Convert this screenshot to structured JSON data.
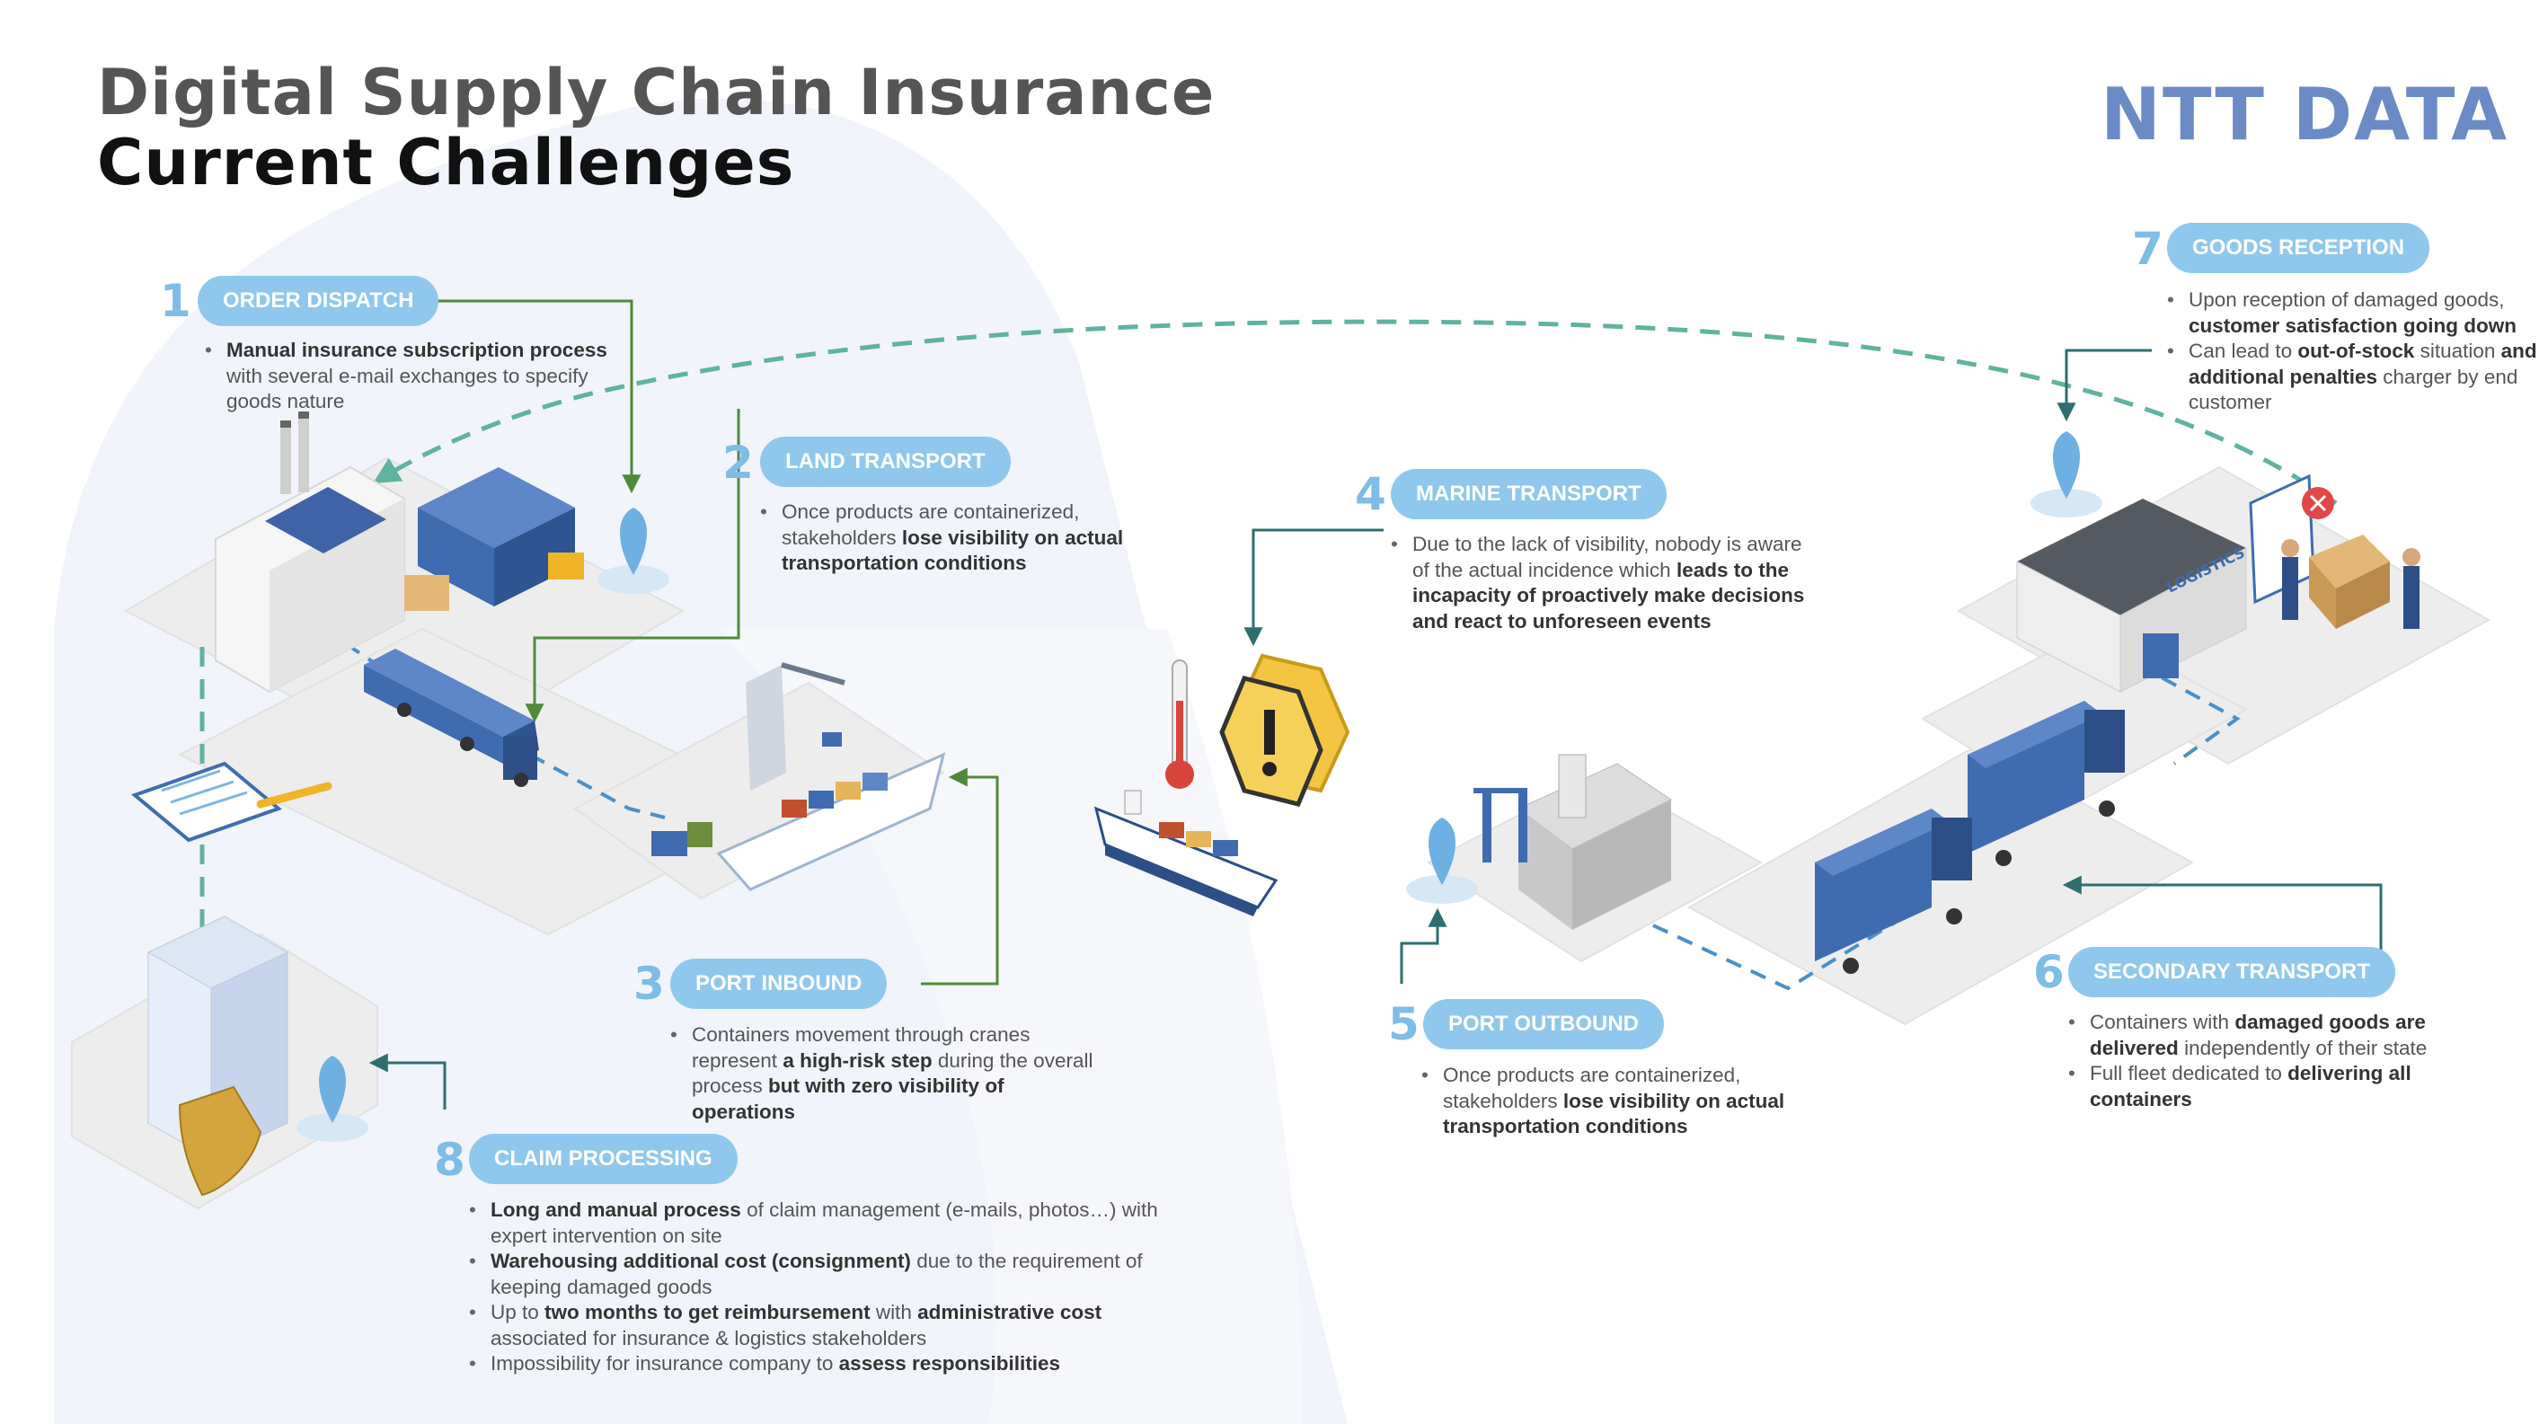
{
  "title": {
    "line1": "Digital Supply Chain Insurance",
    "line2": "Current Challenges"
  },
  "logo": "NTT DATA",
  "steps": [
    {
      "number": "1",
      "label": "ORDER DISPATCH",
      "items": [
        [
          [
            "b",
            "Manual insurance subscription process"
          ],
          [
            "t",
            " with several e-mail exchanges to specify goods nature"
          ]
        ]
      ]
    },
    {
      "number": "2",
      "label": "LAND TRANSPORT",
      "items": [
        [
          [
            "t",
            "Once products are containerized, stakeholders "
          ],
          [
            "b",
            "lose visibility on actual transportation conditions"
          ]
        ]
      ]
    },
    {
      "number": "3",
      "label": "PORT INBOUND",
      "items": [
        [
          [
            "t",
            "Containers movement through cranes represent "
          ],
          [
            "b",
            "a high-risk step"
          ],
          [
            "t",
            " during the overall process "
          ],
          [
            "b",
            "but with zero visibility of operations"
          ]
        ]
      ]
    },
    {
      "number": "4",
      "label": "MARINE TRANSPORT",
      "items": [
        [
          [
            "t",
            "Due to the lack of visibility, nobody is aware of the actual incidence which "
          ],
          [
            "b",
            "leads to the incapacity of proactively make decisions and react to unforeseen events"
          ]
        ]
      ]
    },
    {
      "number": "5",
      "label": "PORT OUTBOUND",
      "items": [
        [
          [
            "t",
            "Once products are containerized, stakeholders "
          ],
          [
            "b",
            "lose visibility on actual transportation conditions"
          ]
        ]
      ]
    },
    {
      "number": "6",
      "label": "SECONDARY TRANSPORT",
      "items": [
        [
          [
            "t",
            "Containers with "
          ],
          [
            "b",
            "damaged goods are delivered"
          ],
          [
            "t",
            " independently of their state"
          ]
        ],
        [
          [
            "t",
            "Full fleet dedicated to "
          ],
          [
            "b",
            "delivering all containers"
          ]
        ]
      ]
    },
    {
      "number": "7",
      "label": "GOODS RECEPTION",
      "items": [
        [
          [
            "t",
            "Upon reception of damaged goods, "
          ],
          [
            "b",
            "customer satisfaction going down"
          ]
        ],
        [
          [
            "t",
            "Can lead to "
          ],
          [
            "b",
            "out-of-stock"
          ],
          [
            "t",
            " situation "
          ],
          [
            "b",
            "and additional penalties"
          ],
          [
            "t",
            " charger by end customer"
          ]
        ]
      ]
    },
    {
      "number": "8",
      "label": "CLAIM PROCESSING",
      "items": [
        [
          [
            "b",
            "Long and manual process"
          ],
          [
            "t",
            " of claim management (e-mails, photos…) with expert intervention on site"
          ]
        ],
        [
          [
            "b",
            "Warehousing additional cost (consignment)"
          ],
          [
            "t",
            " due to the requirement of keeping damaged goods"
          ]
        ],
        [
          [
            "t",
            "Up to "
          ],
          [
            "b",
            "two months to get reimbursement"
          ],
          [
            "t",
            " with "
          ],
          [
            "b",
            "administrative cost"
          ],
          [
            "t",
            " associated for insurance & logistics stakeholders"
          ]
        ],
        [
          [
            "t",
            "Impossibility for insurance company to "
          ],
          [
            "b",
            "assess responsibilities"
          ]
        ]
      ]
    }
  ],
  "illustrations": {
    "truck_label": "LOGISTICS"
  },
  "colors": {
    "accent": "#8fc8ec",
    "number": "#7dbde6",
    "route": "#4a90c8",
    "flow_arc": "#5fb3a0",
    "arrow": "#4f8a3a",
    "arrow_dark": "#2e6e6e",
    "platform": "#ececec",
    "container": "#3f6cb0"
  }
}
